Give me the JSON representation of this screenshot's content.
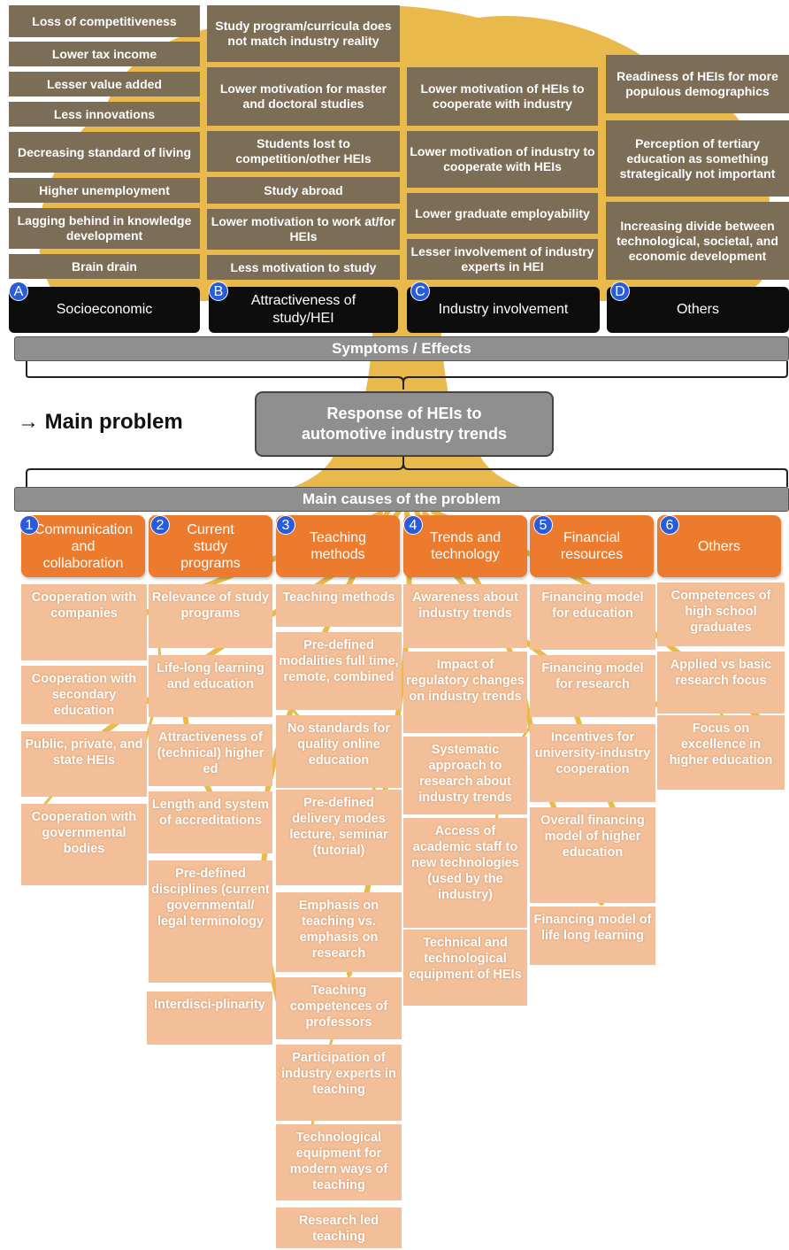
{
  "symptoms": {
    "columns": [
      {
        "badge": "A",
        "label": "Socioeconomic",
        "items": [
          "Loss of competitiveness",
          "Lower tax income",
          "Lesser value added",
          "Less innovations",
          "Decreasing standard of living",
          "Higher unemployment",
          "Lagging behind in knowledge development",
          "Brain drain"
        ]
      },
      {
        "badge": "B",
        "label": "Attractiveness of study/HEI",
        "items": [
          "Study program/curricula does not match industry reality",
          "Lower motivation for master and doctoral studies",
          "Students lost to competition/other HEIs",
          "Study abroad",
          "Lower motivation to work at/for HEIs",
          "Less motivation to study"
        ]
      },
      {
        "badge": "C",
        "label": "Industry involvement",
        "items": [
          "Lower motivation of HEIs to cooperate with industry",
          "Lower motivation of industry to cooperate with HEIs",
          "Lower graduate employability",
          "Lesser involvement of industry experts in HEI"
        ]
      },
      {
        "badge": "D",
        "label": "Others",
        "items": [
          "Readiness of HEIs for more populous demographics",
          "Perception of tertiary education as something strategically not important",
          "Increasing divide between technological, societal, and economic development"
        ]
      }
    ],
    "bar_label": "Symptoms / Effects"
  },
  "main_problem": {
    "arrow_label": "→ Main problem",
    "box_label": "Response of HEIs to automotive industry trends"
  },
  "causes": {
    "bar_label": "Main causes of the problem",
    "columns": [
      {
        "badge": "1",
        "label": "Communication and collaboration",
        "items": [
          "Cooperation with companies",
          "Cooperation with secondary education",
          "Public, private, and state HEIs",
          "Cooperation with governmental bodies"
        ]
      },
      {
        "badge": "2",
        "label": "Current study programs",
        "items": [
          "Relevance of study programs",
          "Life-long learning and education",
          "Attractiveness of (technical) higher ed",
          "Length and system of accreditations",
          "Pre-defined disciplines (current governmental/ legal terminology",
          "Interdisci-plinarity"
        ]
      },
      {
        "badge": "3",
        "label": "Teaching methods",
        "items": [
          "Teaching methods",
          "Pre-defined modalities full time, remote, combined",
          "No standards for quality online education",
          "Pre-defined delivery modes lecture, seminar (tutorial)",
          "Emphasis on teaching vs. emphasis on research",
          "Teaching competences of professors",
          "Participation of industry experts in teaching",
          "Technological equipment for modern ways of teaching",
          "Research led teaching"
        ]
      },
      {
        "badge": "4",
        "label": "Trends and technology",
        "items": [
          "Awareness about industry trends",
          "Impact of regulatory changes on industry trends",
          "Systematic approach to research about industry trends",
          "Access of academic staff to new technologies (used by the industry)",
          "Technical and technological equipment of HEIs"
        ]
      },
      {
        "badge": "5",
        "label": "Financial resources",
        "items": [
          "Financing model for education",
          "Financing model for research",
          "Incentives for university-industry cooperation",
          "Overall financing model of higher education",
          "Financing model of life long learning"
        ]
      },
      {
        "badge": "6",
        "label": "Others",
        "items": [
          "Competences of high school graduates",
          "Applied vs basic research focus",
          "Focus on excellence in higher education"
        ]
      }
    ]
  },
  "colors": {
    "effect_box": "#7b6d56",
    "category_box": "#0d0d0d",
    "badge": "#2a5bd8",
    "bar": "#8f8f8f",
    "cause_header": "#ec7b2e",
    "cause_box": "#f2bf99",
    "tree": "#e9b94b"
  }
}
